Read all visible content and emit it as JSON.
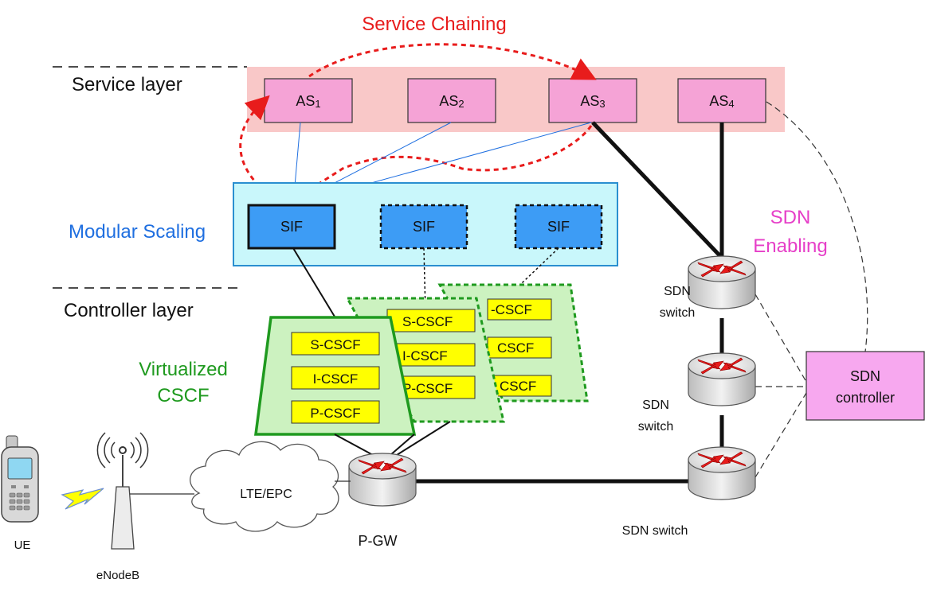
{
  "title": "Service Chaining",
  "layers": {
    "service": "Service layer",
    "controller": "Controller layer"
  },
  "labels": {
    "modular_scaling": "Modular Scaling",
    "virtualized_line1": "Virtualized",
    "virtualized_line2": "CSCF",
    "sdn_enabling_line1": "SDN",
    "sdn_enabling_line2": "Enabling",
    "lte_epc": "LTE/EPC",
    "ue": "UE",
    "enodeb": "eNodeB",
    "pgw": "P-GW"
  },
  "app_servers": [
    {
      "name": "AS",
      "sub": "1"
    },
    {
      "name": "AS",
      "sub": "2"
    },
    {
      "name": "AS",
      "sub": "3"
    },
    {
      "name": "AS",
      "sub": "4"
    }
  ],
  "sif_boxes": [
    "SIF",
    "SIF",
    "SIF"
  ],
  "cscf_front": [
    "S-CSCF",
    "I-CSCF",
    "P-CSCF"
  ],
  "cscf_mid": [
    "S-CSCF",
    "I-CSCF",
    "P-CSCF"
  ],
  "cscf_back": [
    "-CSCF",
    "CSCF",
    "CSCF"
  ],
  "sdn_switches": [
    {
      "line1": "SDN",
      "line2": "switch"
    },
    {
      "line1": "SDN",
      "line2": "switch"
    },
    {
      "line1": "SDN switch",
      "line2": ""
    }
  ],
  "sdn_controller": {
    "line1": "SDN",
    "line2": "controller"
  },
  "colors": {
    "service_band": "#f9c8c8",
    "as_box": "#f5a3d6",
    "sif_fill": "#3d9cf5",
    "modular_bg": "#c9f7fb",
    "cscf_bg": "#ccf2c0",
    "cscf_item": "#ffff00",
    "sdn_controller": "#f7a8ef",
    "red_accent": "#e81c1c",
    "blue_accent": "#1f6fe0",
    "green_accent": "#1f9a1f",
    "magenta_accent": "#e63fc8"
  },
  "icons": [
    "mobile-phone-icon",
    "cell-tower-icon",
    "lightning-icon",
    "cloud-icon",
    "router-icon"
  ]
}
